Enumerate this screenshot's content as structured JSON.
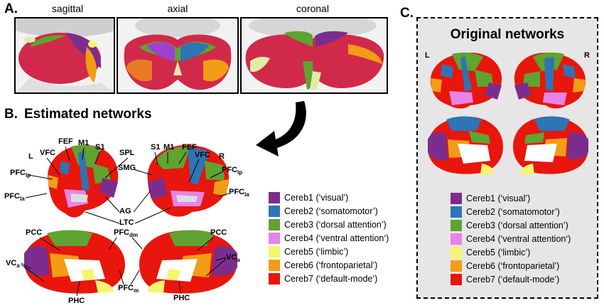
{
  "panelA": {
    "letter": "A.",
    "views": [
      "sagittal",
      "axial",
      "coronal"
    ]
  },
  "panelB": {
    "letter": "B.",
    "title": "Estimated networks",
    "labels": {
      "L": "L",
      "R": "R",
      "VFC_left": "VFC",
      "FEF_left": "FEF",
      "M1_left": "M1",
      "S1_left": "S1",
      "SPL": "SPL",
      "SMG": "SMG",
      "S1_right": "S1",
      "M1_right": "M1",
      "FEF_right": "FEF",
      "VFC_right": "VFC",
      "PFC": "PFC",
      "lp": "lp",
      "la": "la",
      "AG": "AG",
      "LTC": "LTC",
      "PCC_left": "PCC",
      "PCC_right": "PCC",
      "dm": "dm",
      "m": "m",
      "VC": "VC",
      "a": "a",
      "PHC_left": "PHC",
      "PHC_right": "PHC"
    }
  },
  "panelC": {
    "letter": "C.",
    "title": "Original networks",
    "L": "L",
    "R": "R"
  },
  "legend": [
    {
      "label": "Cereb1  (‘visual’)",
      "color": "#7b2d8e"
    },
    {
      "label": "Cereb2 (‘somatomotor’)",
      "color": "#2f74b5"
    },
    {
      "label": "Cereb3 (‘dorsal attention’)",
      "color": "#5fa331"
    },
    {
      "label": "Cereb4 (‘ventral attention‘)",
      "color": "#e884e8"
    },
    {
      "label": "Cereb5 (‘limbic’)",
      "color": "#f6f66e"
    },
    {
      "label": "Cereb6 (‘frontoparietal’)",
      "color": "#f39c16"
    },
    {
      "label": "Cereb7 (‘default-mode’)",
      "color": "#e8160c"
    }
  ]
}
